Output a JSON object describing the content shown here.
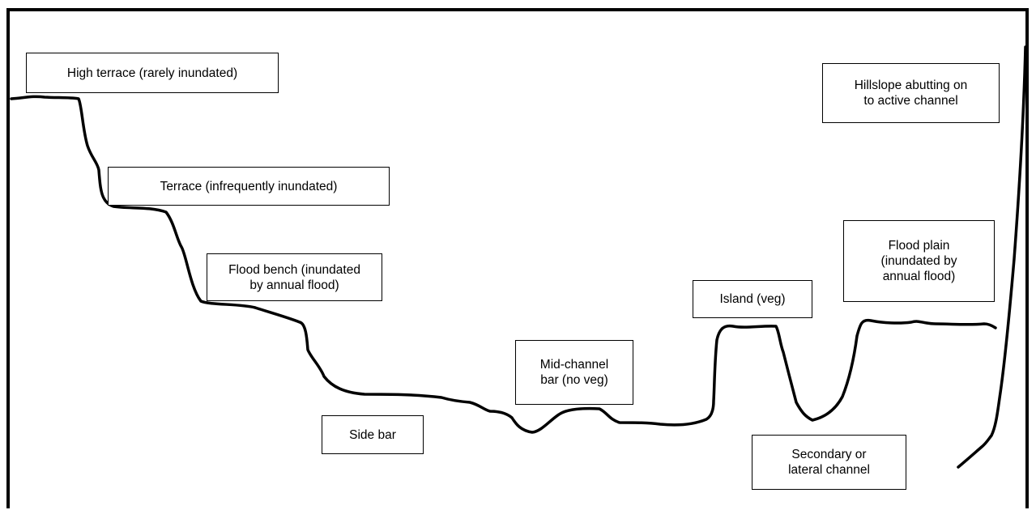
{
  "labels": {
    "high_terrace": "High terrace (rarely inundated)",
    "terrace": "Terrace (infrequently inundated)",
    "flood_bench": "Flood bench (inundated\nby annual flood)",
    "side_bar": "Side bar",
    "mid_channel_bar": "Mid-channel\nbar (no veg)",
    "island": "Island (veg)",
    "flood_plain": "Flood plain\n(inundated by\nannual flood)",
    "secondary_channel": "Secondary or\nlateral channel",
    "hillslope": "Hillslope abutting on\nto active channel"
  },
  "colors": {
    "line": "#000000",
    "background": "#ffffff"
  }
}
